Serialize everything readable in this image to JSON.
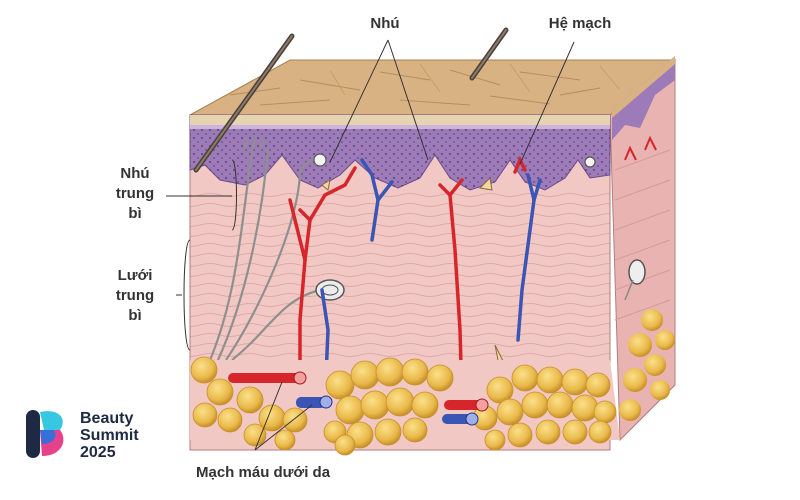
{
  "labels": {
    "nhu": "Nhú",
    "he_mach": "Hệ mạch",
    "nhu_trung_bi": [
      "Nhú",
      "trung",
      "bì"
    ],
    "luoi_trung_bi": [
      "Lưới",
      "trung",
      "bì"
    ],
    "mach_mau_duoi_da": "Mạch máu dưới da"
  },
  "logo": {
    "lines": [
      "Beauty",
      "Summit",
      "2025"
    ],
    "colors": {
      "pink": "#e8418c",
      "blue": "#3b6fd8",
      "cyan": "#37c7e3",
      "navy": "#1e2a44"
    }
  },
  "colors": {
    "skin_top": "#d9b284",
    "epidermis": "#9c7bb8",
    "dermis": "#f1c8c4",
    "fat": "#e9b94a",
    "artery": "#d7262b",
    "vein": "#3b55b5",
    "nerve": "#9a9a9a"
  }
}
